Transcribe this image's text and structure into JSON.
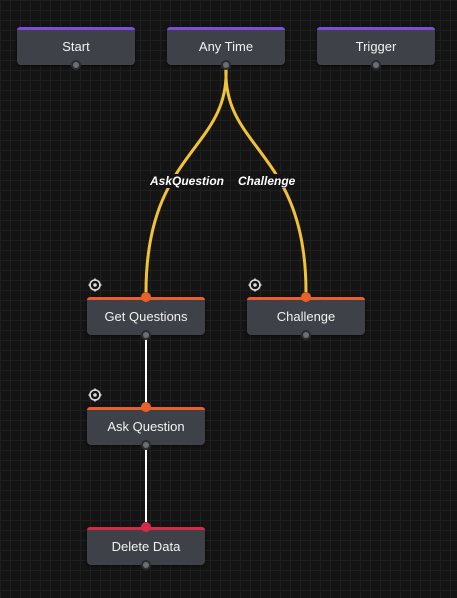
{
  "colors": {
    "canvas_bg": "#141414",
    "node_bg": "#3e4147",
    "event_accent": "#7b4dd8",
    "action_accent": "#e8612c",
    "delete_accent": "#d42a4a",
    "branch_wire": "#f2c23a",
    "flow_wire": "#ffffff"
  },
  "nodes": [
    {
      "id": "start",
      "label": "Start",
      "accent": "event"
    },
    {
      "id": "any-time",
      "label": "Any Time",
      "accent": "event"
    },
    {
      "id": "trigger",
      "label": "Trigger",
      "accent": "event"
    },
    {
      "id": "get-questions",
      "label": "Get Questions",
      "accent": "action",
      "icon": "puzzle-icon"
    },
    {
      "id": "challenge",
      "label": "Challenge",
      "accent": "action",
      "icon": "puzzle-icon"
    },
    {
      "id": "ask-question",
      "label": "Ask Question",
      "accent": "action",
      "icon": "puzzle-icon"
    },
    {
      "id": "delete-data",
      "label": "Delete Data",
      "accent": "delete"
    }
  ],
  "edges": [
    {
      "from": "any-time",
      "to": "get-questions",
      "label": "AskQuestion",
      "kind": "branch"
    },
    {
      "from": "any-time",
      "to": "challenge",
      "label": "Challenge",
      "kind": "branch"
    },
    {
      "from": "get-questions",
      "to": "ask-question",
      "kind": "flow"
    },
    {
      "from": "ask-question",
      "to": "delete-data",
      "kind": "flow"
    }
  ]
}
